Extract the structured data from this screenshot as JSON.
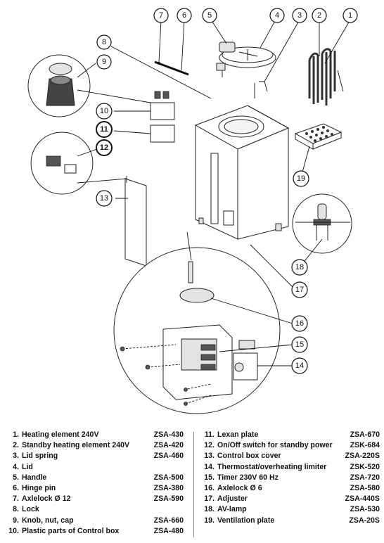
{
  "callouts": [
    "1",
    "2",
    "3",
    "4",
    "5",
    "6",
    "7",
    "8",
    "9",
    "10",
    "11",
    "12",
    "13",
    "14",
    "15",
    "16",
    "17",
    "18",
    "19"
  ],
  "parts_left": [
    {
      "num": "1.",
      "desc": "Heating element 240V",
      "code": "ZSA-430"
    },
    {
      "num": "2.",
      "desc": "Standby heating element 240V",
      "code": "ZSA-420"
    },
    {
      "num": "3.",
      "desc": "Lid spring",
      "code": "ZSA-460"
    },
    {
      "num": "4.",
      "desc": "Lid",
      "code": ""
    },
    {
      "num": "5.",
      "desc": "Handle",
      "code": "ZSA-500"
    },
    {
      "num": "6.",
      "desc": "Hinge pin",
      "code": "ZSA-380"
    },
    {
      "num": "7.",
      "desc": "Axlelock Ø 12",
      "code": "ZSA-590"
    },
    {
      "num": "8.",
      "desc": "Lock",
      "code": ""
    },
    {
      "num": "9.",
      "desc": "Knob, nut, cap",
      "code": "ZSA-660"
    },
    {
      "num": "10.",
      "desc": "Plastic parts of Control box",
      "code": "ZSA-480"
    }
  ],
  "parts_right": [
    {
      "num": "11.",
      "desc": "Lexan plate",
      "code": "ZSA-670"
    },
    {
      "num": "12.",
      "desc": "On/Off switch for standby power",
      "code": "ZSK-684"
    },
    {
      "num": "13.",
      "desc": "Control box cover",
      "code": "ZSA-220S"
    },
    {
      "num": "14.",
      "desc": "Thermostat/overheating limiter",
      "code": "ZSK-520"
    },
    {
      "num": "15.",
      "desc": "Timer 230V 60 Hz",
      "code": "ZSA-720"
    },
    {
      "num": "16.",
      "desc": "Axlelock Ø 6",
      "code": "ZSA-580"
    },
    {
      "num": "17.",
      "desc": "Adjuster",
      "code": "ZSA-440S"
    },
    {
      "num": "18.",
      "desc": "AV-lamp",
      "code": "ZSA-530"
    },
    {
      "num": "19.",
      "desc": "Ventilation plate",
      "code": "ZSA-20S"
    }
  ]
}
